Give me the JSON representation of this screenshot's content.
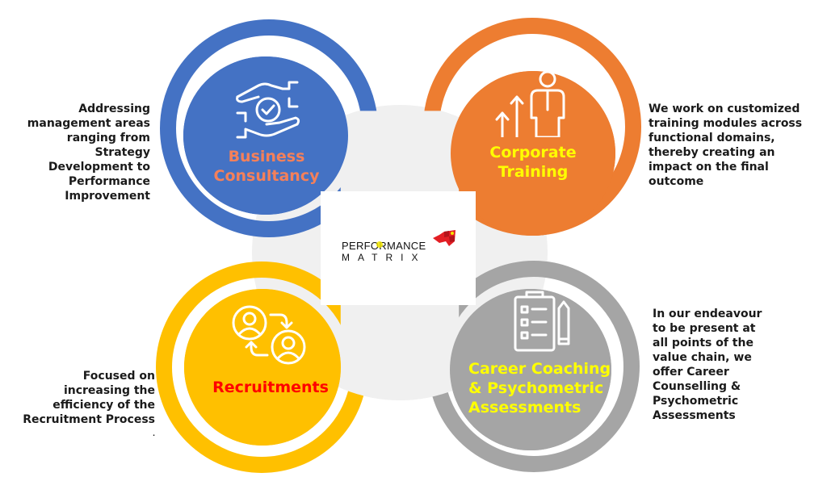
{
  "colors": {
    "blue": "#4472c4",
    "orange": "#ed7d31",
    "yellow": "#ffc000",
    "grey": "#a5a5a5",
    "center_bg": "#f0f0f0",
    "title_salmon": "#f4805a",
    "title_yellow": "#ffff00",
    "title_red": "#ff0000",
    "logo_red": "#e31e24"
  },
  "logo": {
    "line1": "PERFORMANCE",
    "line2": "MATRIX"
  },
  "services": [
    {
      "title_line1": "Business",
      "title_line2": "Consultancy",
      "icon": "hands-check-icon",
      "description": [
        "Addressing",
        "management areas",
        "ranging from",
        "Strategy",
        "Development to",
        "Performance",
        "Improvement"
      ]
    },
    {
      "title_line1": "Corporate",
      "title_line2": "Training",
      "icon": "growth-person-icon",
      "description": [
        "We work on customized",
        "training modules across",
        "functional domains,",
        "thereby creating an",
        "impact on the final",
        "outcome"
      ]
    },
    {
      "title_line1": "Recruitments",
      "icon": "people-exchange-icon",
      "description": [
        "Focused on",
        "increasing the",
        "efficiency of the",
        "Recruitment Process",
        "."
      ]
    },
    {
      "title_line1": "Career Coaching",
      "title_line2": "& Psychometric",
      "title_line3": "Assessments",
      "icon": "clipboard-pencil-icon",
      "description": [
        "In our endeavour",
        "to be present at",
        "all points of the",
        "value chain, we",
        "offer Career",
        "Counselling &",
        "Psychometric",
        "Assessments"
      ]
    }
  ]
}
